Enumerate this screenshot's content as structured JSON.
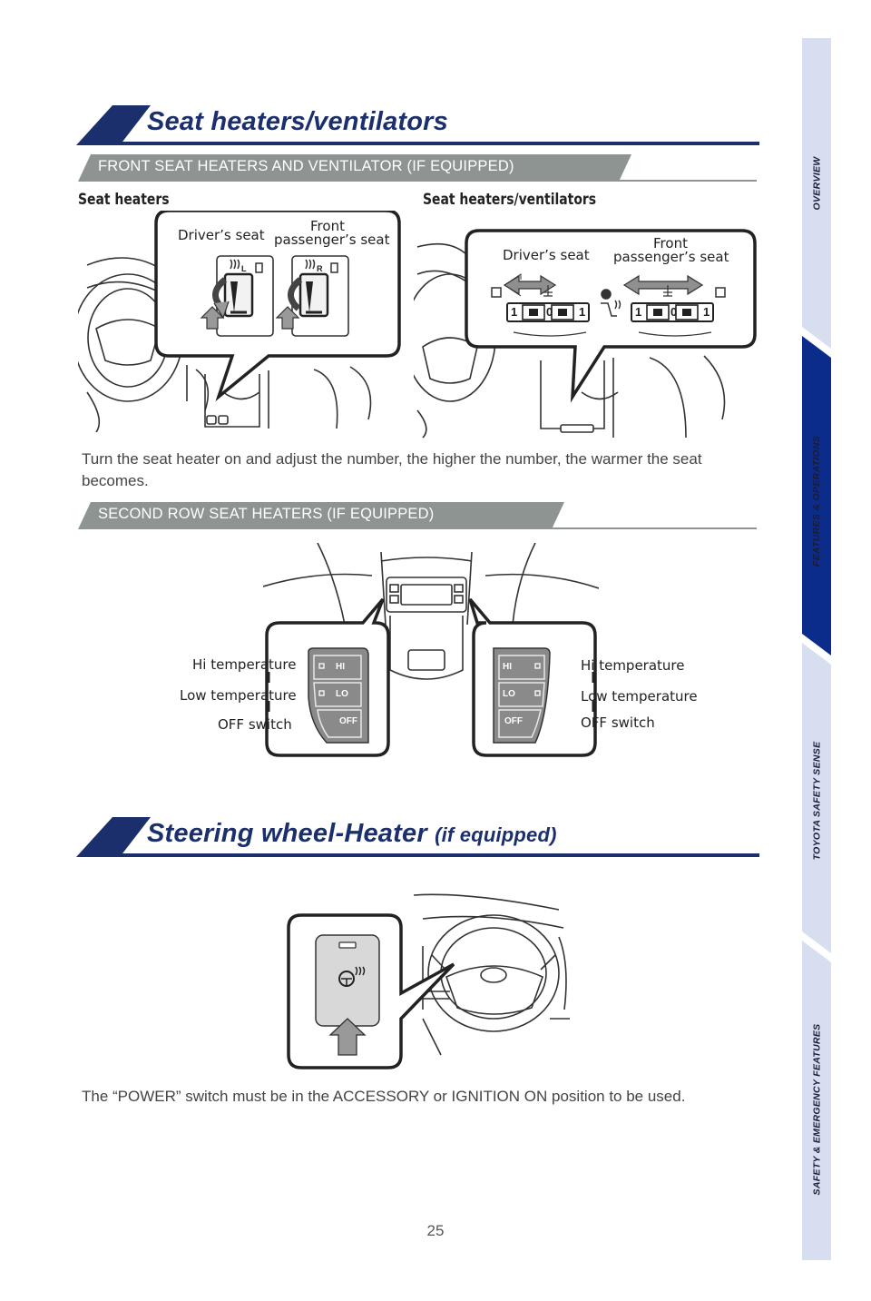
{
  "side_tabs": [
    {
      "label": "OVERVIEW",
      "active": false
    },
    {
      "label": "FEATURES & OPERATIONS",
      "active": true
    },
    {
      "label": "TOYOTA SAFETY SENSE",
      "active": false
    },
    {
      "label": "SAFETY & EMERGENCY FEATURES",
      "active": false
    }
  ],
  "section1": {
    "title": "Seat heaters/ventilators",
    "front_band": "FRONT SEAT HEATERS AND VENTILATOR (IF EQUIPPED)",
    "caption_left": "Seat heaters",
    "caption_right": "Seat heaters/ventilators",
    "left_fig": {
      "driver": "Driver’s seat",
      "passenger_l1": "Front",
      "passenger_l2": "passenger’s seat",
      "l_mark": "L",
      "r_mark": "R"
    },
    "right_fig": {
      "driver": "Driver’s seat",
      "passenger_l1": "Front",
      "passenger_l2": "passenger’s seat",
      "dial": [
        "1",
        "0",
        "1"
      ]
    },
    "paragraph": "Turn the seat heater on and adjust the number, the higher the number, the warmer the seat becomes.",
    "second_band": "SECOND ROW SEAT HEATERS (IF EQUIPPED)",
    "second_row": {
      "left": {
        "hi": "Hi temperature",
        "lo": "Low temperature",
        "off": "OFF switch"
      },
      "right": {
        "hi": "Hi temperature",
        "lo": "Low temperature",
        "off": "OFF switch"
      },
      "btn_hi": "HI",
      "btn_lo": "LO",
      "btn_off": "OFF"
    }
  },
  "section2": {
    "title": "Steering wheel-Heater",
    "title_suffix": "(if equipped)",
    "paragraph": "The “POWER” switch must be in the ACCESSORY or IGNITION ON position to be used."
  },
  "page_number": "25",
  "colors": {
    "accent": "#1c2f6d",
    "tab_active": "#0b2c8a",
    "tab_inactive": "#d6deef",
    "band": "#8d9492"
  }
}
